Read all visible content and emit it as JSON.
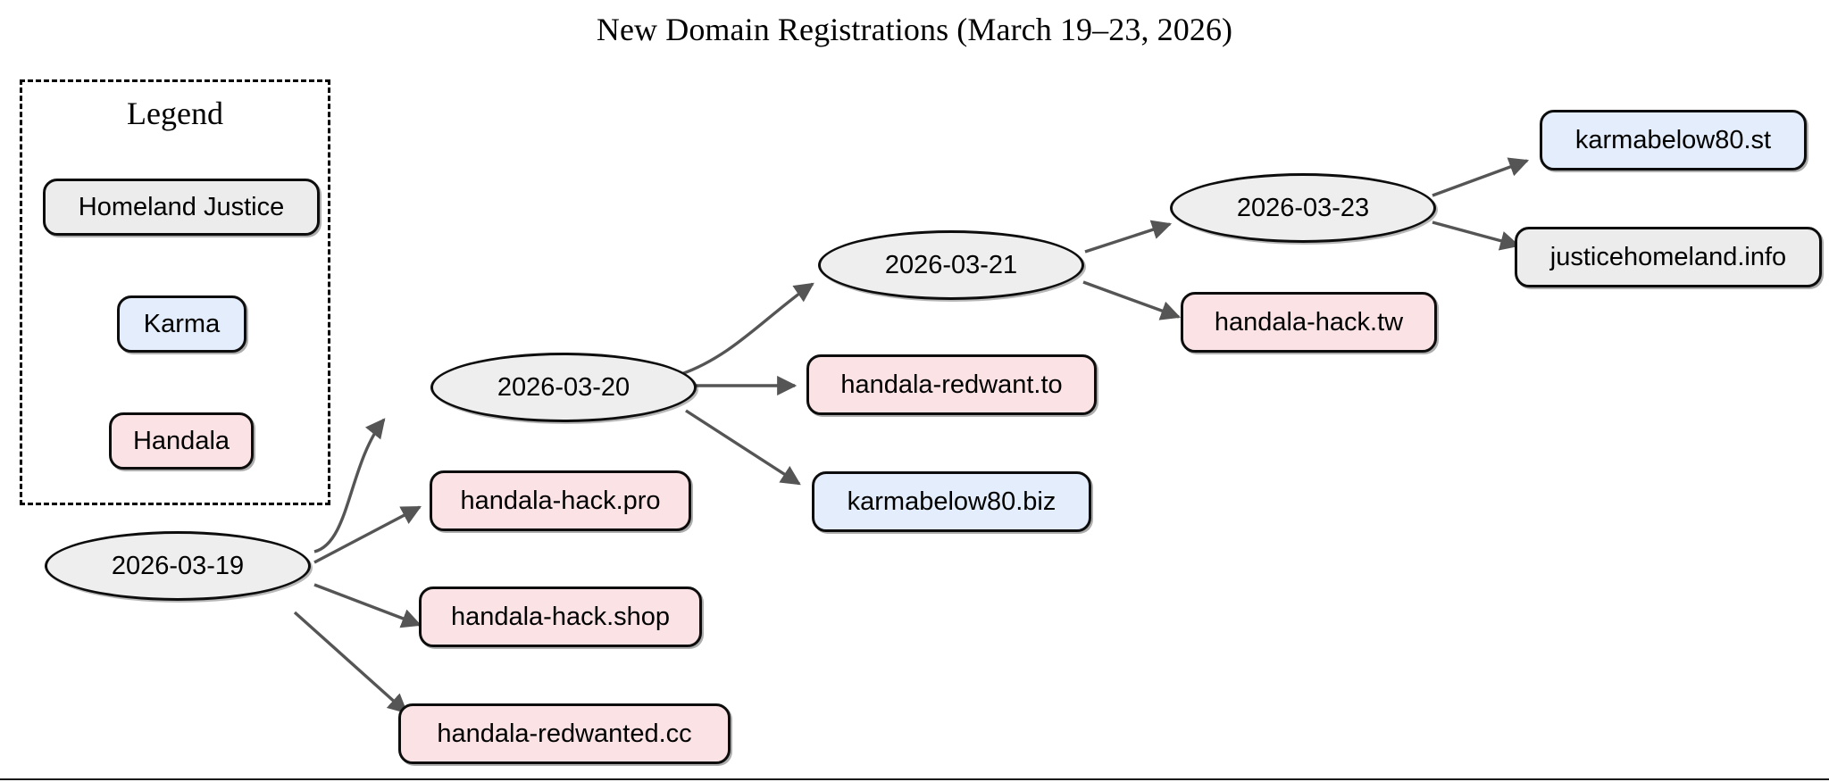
{
  "title": "New Domain Registrations (March 19–23, 2026)",
  "legend": {
    "title": "Legend",
    "items": [
      {
        "label": "Homeland Justice",
        "group": "homeland-justice",
        "color": "#ececec"
      },
      {
        "label": "Karma",
        "group": "karma",
        "color": "#e3edfb"
      },
      {
        "label": "Handala",
        "group": "handala",
        "color": "#fbe2e4"
      }
    ]
  },
  "colors": {
    "homeland_justice": "#ececec",
    "karma": "#e3edfb",
    "handala": "#fbe2e4",
    "date_node": "#eeeeee",
    "node_border": "#0d0d0d",
    "edge": "#555555",
    "background": "#ffffff",
    "text": "#000000"
  },
  "chart_data": {
    "type": "diagram",
    "title": "New Domain Registrations (March 19–23, 2026)",
    "layout": "left-to-right directed graph",
    "date_nodes": [
      "2026-03-19",
      "2026-03-20",
      "2026-03-21",
      "2026-03-23"
    ],
    "domains": [
      {
        "name": "handala-hack.pro",
        "group": "handala",
        "date": "2026-03-19"
      },
      {
        "name": "handala-hack.shop",
        "group": "handala",
        "date": "2026-03-19"
      },
      {
        "name": "handala-redwanted.cc",
        "group": "handala",
        "date": "2026-03-19"
      },
      {
        "name": "handala-redwant.to",
        "group": "handala",
        "date": "2026-03-20"
      },
      {
        "name": "karmabelow80.biz",
        "group": "karma",
        "date": "2026-03-20"
      },
      {
        "name": "handala-hack.tw",
        "group": "handala",
        "date": "2026-03-21"
      },
      {
        "name": "karmabelow80.st",
        "group": "karma",
        "date": "2026-03-23"
      },
      {
        "name": "justicehomeland.info",
        "group": "homeland-justice",
        "date": "2026-03-23"
      }
    ],
    "edges": [
      {
        "from": "2026-03-19",
        "to": "2026-03-20"
      },
      {
        "from": "2026-03-19",
        "to": "handala-hack.pro"
      },
      {
        "from": "2026-03-19",
        "to": "handala-hack.shop"
      },
      {
        "from": "2026-03-19",
        "to": "handala-redwanted.cc"
      },
      {
        "from": "2026-03-20",
        "to": "2026-03-21"
      },
      {
        "from": "2026-03-20",
        "to": "handala-redwant.to"
      },
      {
        "from": "2026-03-20",
        "to": "karmabelow80.biz"
      },
      {
        "from": "2026-03-21",
        "to": "2026-03-23"
      },
      {
        "from": "2026-03-21",
        "to": "handala-hack.tw"
      },
      {
        "from": "2026-03-23",
        "to": "karmabelow80.st"
      },
      {
        "from": "2026-03-23",
        "to": "justicehomeland.info"
      }
    ]
  },
  "nodes": {
    "d19": {
      "label": "2026-03-19"
    },
    "d20": {
      "label": "2026-03-20"
    },
    "d21": {
      "label": "2026-03-21"
    },
    "d23": {
      "label": "2026-03-23"
    },
    "hpro": {
      "label": "handala-hack.pro"
    },
    "hshop": {
      "label": "handala-hack.shop"
    },
    "hrwcc": {
      "label": "handala-redwanted.cc"
    },
    "hrwto": {
      "label": "handala-redwant.to"
    },
    "kbiz": {
      "label": "karmabelow80.biz"
    },
    "htw": {
      "label": "handala-hack.tw"
    },
    "kst": {
      "label": "karmabelow80.st"
    },
    "jhinfo": {
      "label": "justicehomeland.info"
    }
  }
}
